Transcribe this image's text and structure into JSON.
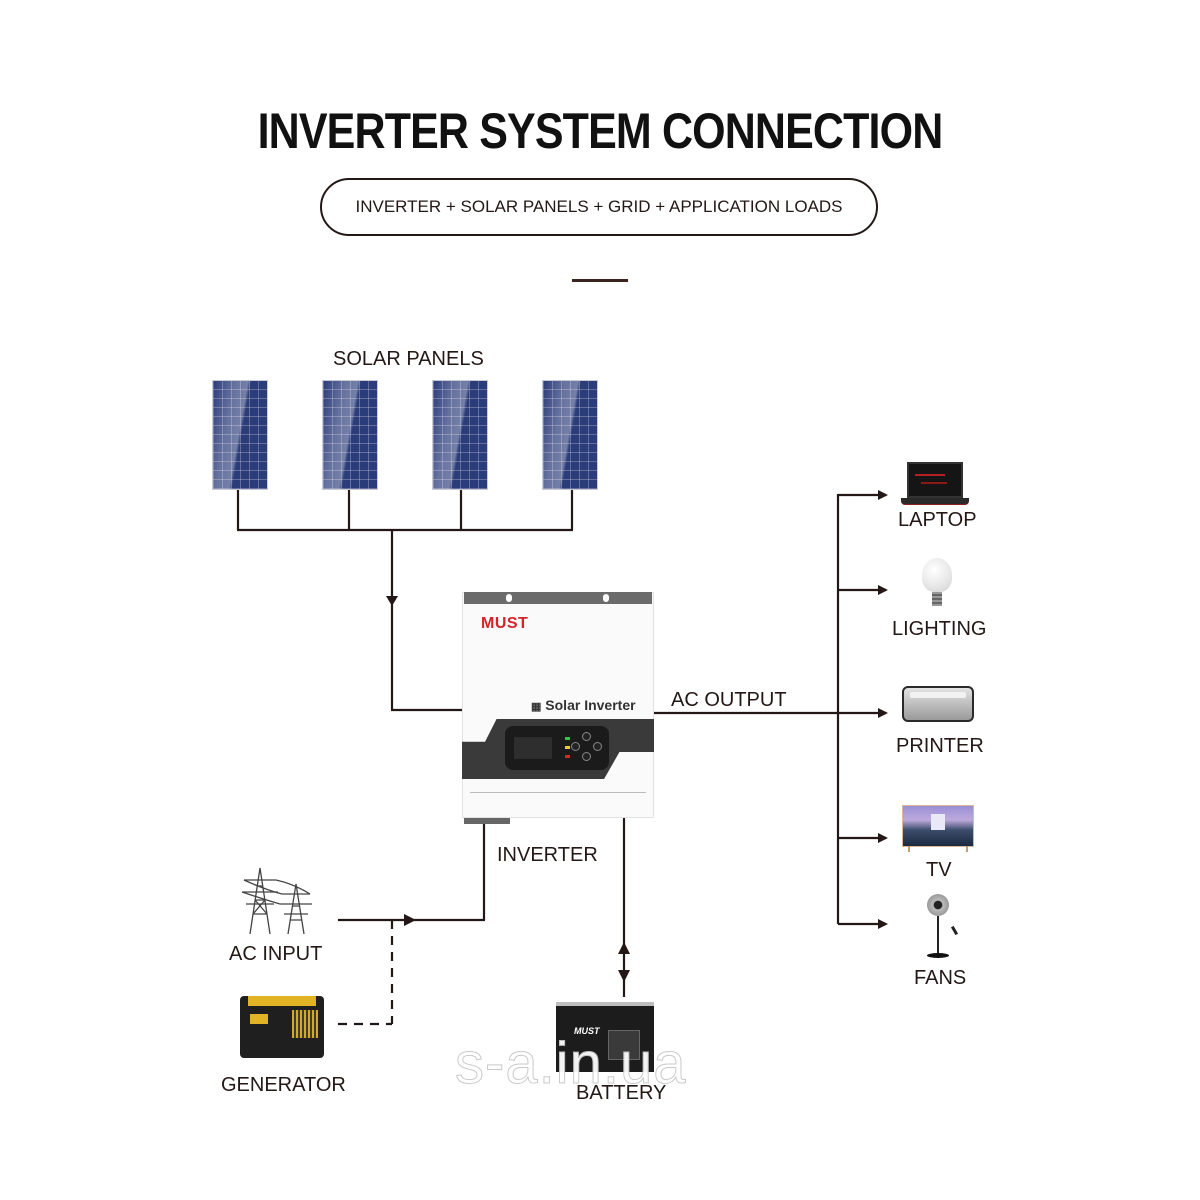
{
  "header": {
    "title": "INVERTER SYSTEM CONNECTION",
    "subtitle": "INVERTER + SOLAR PANELS + GRID + APPLICATION LOADS"
  },
  "colors": {
    "line": "#231815",
    "panel_blue": "#2b3c7a",
    "brand_red": "#d6232a",
    "generator_yellow": "#e2b324"
  },
  "solar": {
    "label": "SOLAR PANELS",
    "panel_count": 4
  },
  "inverter": {
    "label": "INVERTER",
    "brand": "MUST",
    "product_name": "Solar Inverter",
    "leds": [
      "green",
      "yellow",
      "red"
    ]
  },
  "connections": {
    "ac_output_label": "AC OUTPUT"
  },
  "inputs": [
    {
      "id": "ac-input",
      "label": "AC INPUT",
      "icon": "power-pylon-icon",
      "link": "solid"
    },
    {
      "id": "generator",
      "label": "GENERATOR",
      "icon": "generator-icon",
      "link": "dashed"
    }
  ],
  "battery": {
    "label": "BATTERY",
    "brand": "MUST",
    "link": "bidirectional"
  },
  "loads": [
    {
      "label": "LAPTOP",
      "icon": "laptop-icon"
    },
    {
      "label": "LIGHTING",
      "icon": "light-bulb-icon"
    },
    {
      "label": "PRINTER",
      "icon": "printer-icon"
    },
    {
      "label": "TV",
      "icon": "tv-icon"
    },
    {
      "label": "FANS",
      "icon": "fan-icon"
    }
  ],
  "watermark": "s-a.in.ua"
}
